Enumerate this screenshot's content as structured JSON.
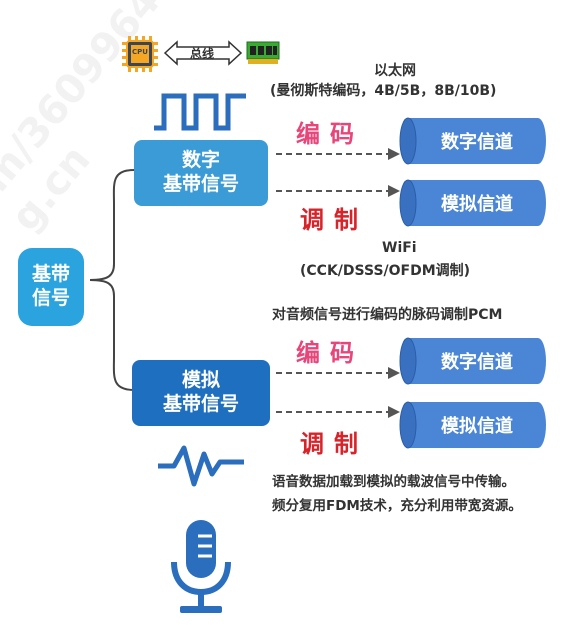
{
  "cpu": {
    "chip_label": "CPU",
    "bus_label": "总线"
  },
  "root": {
    "label": "基带\n信号"
  },
  "digital": {
    "label": "数字\n基带信号"
  },
  "analog": {
    "label": "模拟\n基带信号"
  },
  "top_section": {
    "ethernet_title": "以太网",
    "ethernet_detail": "(曼彻斯特编码，4B/5B，8B/10B)",
    "encode_label": "编码",
    "modulate_label": "调制",
    "digital_channel": "数字信道",
    "analog_channel": "模拟信道",
    "wifi_title": "WiFi",
    "wifi_detail": "(CCK/DSSS/OFDM调制)"
  },
  "bottom_section": {
    "pcm_note": "对音频信号进行编码的脉码调制PCM",
    "encode_label": "编码",
    "modulate_label": "调制",
    "digital_channel": "数字信道",
    "analog_channel": "模拟信道",
    "note_line1": "语音数据加载到模拟的载波信号中传输。",
    "note_line2": "频分复用FDM技术，充分利用带宽资源。"
  },
  "colors": {
    "root_fill": "#2aa3de",
    "digital_fill": "#3a9bd6",
    "analog_fill": "#1e6fbf",
    "channel_fill": "#4b86d6",
    "encode_text": "#e8467a",
    "modulate_text": "#d8232a"
  }
}
